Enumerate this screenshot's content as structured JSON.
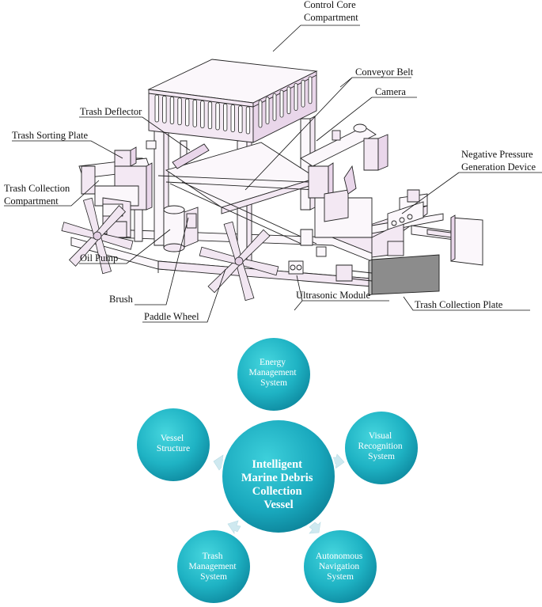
{
  "vessel_labels": {
    "control_core": [
      "Control Core",
      "Compartment"
    ],
    "conveyor_belt": "Conveyor Belt",
    "camera": "Camera",
    "trash_deflector": "Trash Deflector",
    "trash_sorting_plate": "Trash Sorting Plate",
    "negative_pressure": [
      "Negative Pressure",
      "Generation Device"
    ],
    "trash_collection_compartment": [
      "Trash Collection",
      "Compartment"
    ],
    "oil_pump": "Oil Pump",
    "brush": "Brush",
    "paddle_wheel": "Paddle Wheel",
    "ultrasonic_module": "Ultrasonic Module",
    "trash_collection_plate": "Trash Collection Plate"
  },
  "system_diagram": {
    "center": [
      "Intelligent",
      "Marine Debris",
      "Collection",
      "Vessel"
    ],
    "nodes": {
      "energy": [
        "Energy",
        "Management",
        "System"
      ],
      "visual": [
        "Visual",
        "Recognition",
        "System"
      ],
      "navigation": [
        "Autonomous",
        "Navigation",
        "System"
      ],
      "trash": [
        "Trash",
        "Management",
        "System"
      ],
      "structure": [
        "Vessel",
        "Structure"
      ]
    },
    "colors": {
      "circle_light": "#3fd3dc",
      "circle_dark": "#0e8aa0",
      "arrow": "#cfe9f0"
    }
  }
}
